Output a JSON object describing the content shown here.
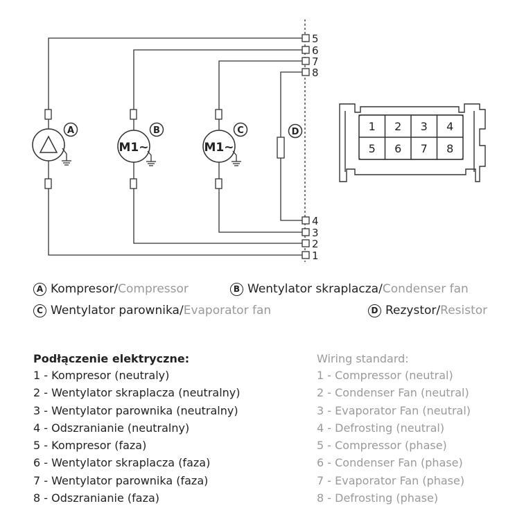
{
  "diagram": {
    "term_labels": [
      "5",
      "6",
      "7",
      "8",
      "4",
      "3",
      "2",
      "1"
    ],
    "component_letters": [
      "A",
      "B",
      "C",
      "D"
    ],
    "motor_label": "M1~",
    "connector_pins_top": [
      "1",
      "2",
      "3",
      "4"
    ],
    "connector_pins_bottom": [
      "5",
      "6",
      "7",
      "8"
    ]
  },
  "legend": {
    "a": {
      "letter": "A",
      "pl": "Kompresor",
      "sep": "/",
      "en": "Compressor"
    },
    "b": {
      "letter": "B",
      "pl": "Wentylator skraplacza",
      "sep": "/",
      "en": "Condenser fan"
    },
    "c": {
      "letter": "C",
      "pl": "Wentylator parownika",
      "sep": "/",
      "en": "Evaporator fan"
    },
    "d": {
      "letter": "D",
      "pl": "Rezystor",
      "sep": "/",
      "en": "Resistor"
    }
  },
  "wiring_pl": {
    "title": "Podłączenie elektryczne:",
    "items": [
      "1 - Kompresor (neutraly)",
      "2 - Wentylator skraplacza (neutralny)",
      "3 - Wentylator parownika (neutralny)",
      "4 - Odszranianie (neutralny)",
      "5 - Kompresor (faza)",
      "6 - Wentylator skraplacza (faza)",
      "7 - Wentylator parownika (faza)",
      "8 - Odszranianie (faza)"
    ]
  },
  "wiring_en": {
    "title": "Wiring standard:",
    "items": [
      "1 - Compressor (neutral)",
      "2 - Condenser Fan (neutral)",
      "3 - Evaporator Fan (neutral)",
      "4 - Defrosting (neutral)",
      "5 - Compressor (phase)",
      "6 - Condenser Fan (phase)",
      "7 - Evaporator Fan (phase)",
      "8 - Defrosting (phase)"
    ]
  }
}
